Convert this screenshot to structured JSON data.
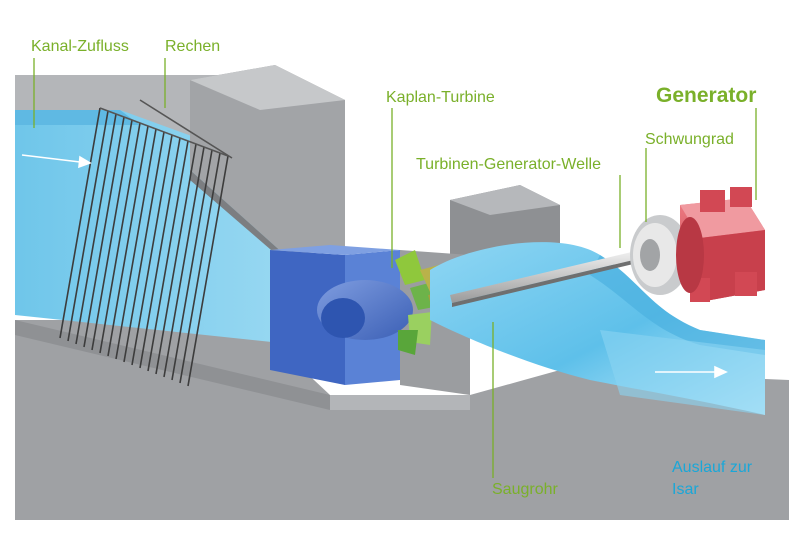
{
  "labels": {
    "kanal_zufluss": "Kanal-Zufluss",
    "rechen": "Rechen",
    "kaplan_turbine": "Kaplan-Turbine",
    "generator": "Generator",
    "schwungrad": "Schwungrad",
    "welle": "Turbinen-Generator-Welle",
    "saugrohr": "Saugrohr",
    "auslauf_line1": "Auslauf zur",
    "auslauf_line2": "Isar"
  },
  "colors": {
    "label_green": "#7ab02a",
    "label_blue": "#1aa7d8",
    "water": "#7fd0ee",
    "concrete": "#a6a8ab",
    "generator": "#d9505a",
    "turbine_housing": "#4a72c8",
    "turbine_blades": "#8fc83c"
  },
  "icons": [
    "inflow-arrow-icon",
    "outflow-arrow-icon"
  ]
}
